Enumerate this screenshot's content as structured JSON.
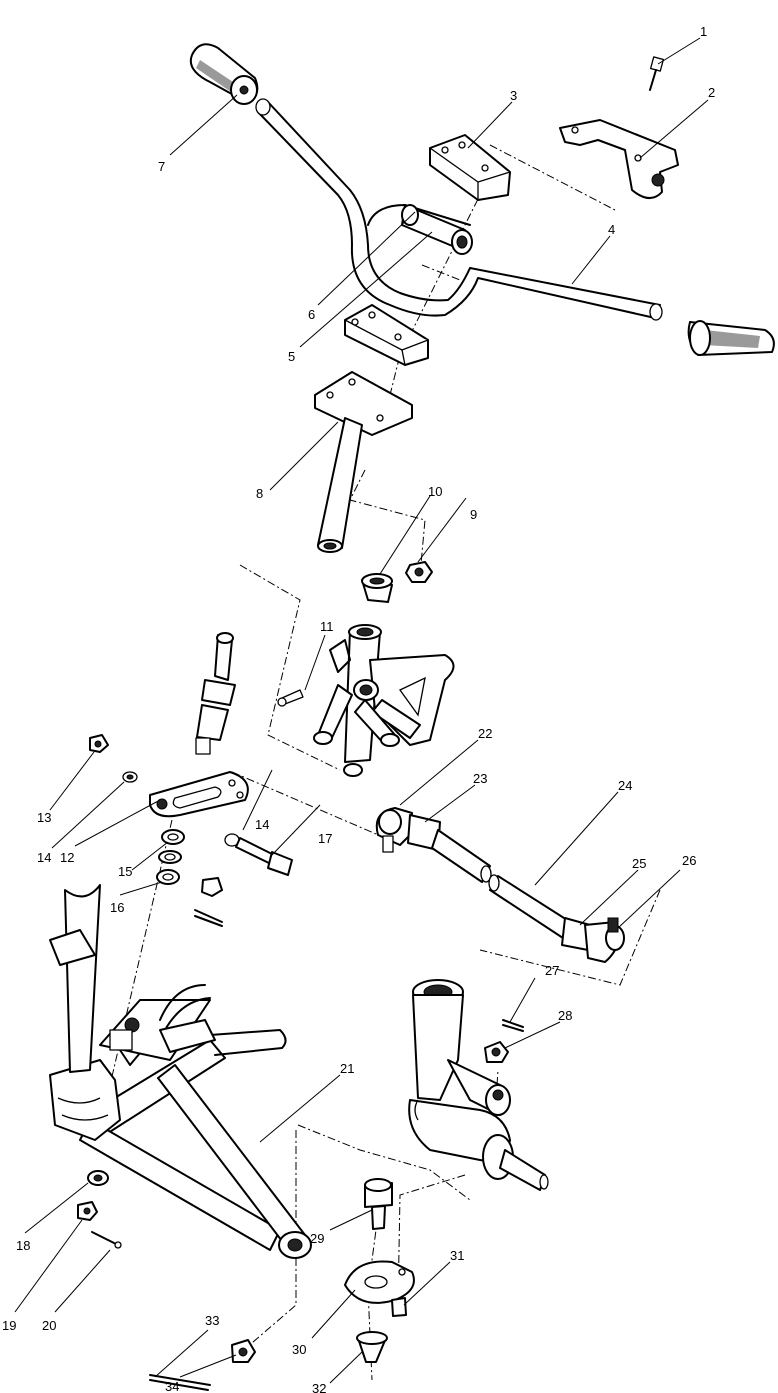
{
  "callouts": [
    "1",
    "2",
    "3",
    "4",
    "5",
    "6",
    "7",
    "8",
    "9",
    "10",
    "11",
    "12",
    "13",
    "14",
    "14",
    "15",
    "16",
    "17",
    "18",
    "19",
    "20",
    "21",
    "22",
    "23",
    "24",
    "25",
    "26",
    "27",
    "28",
    "29",
    "30",
    "31",
    "32",
    "33",
    "34"
  ]
}
